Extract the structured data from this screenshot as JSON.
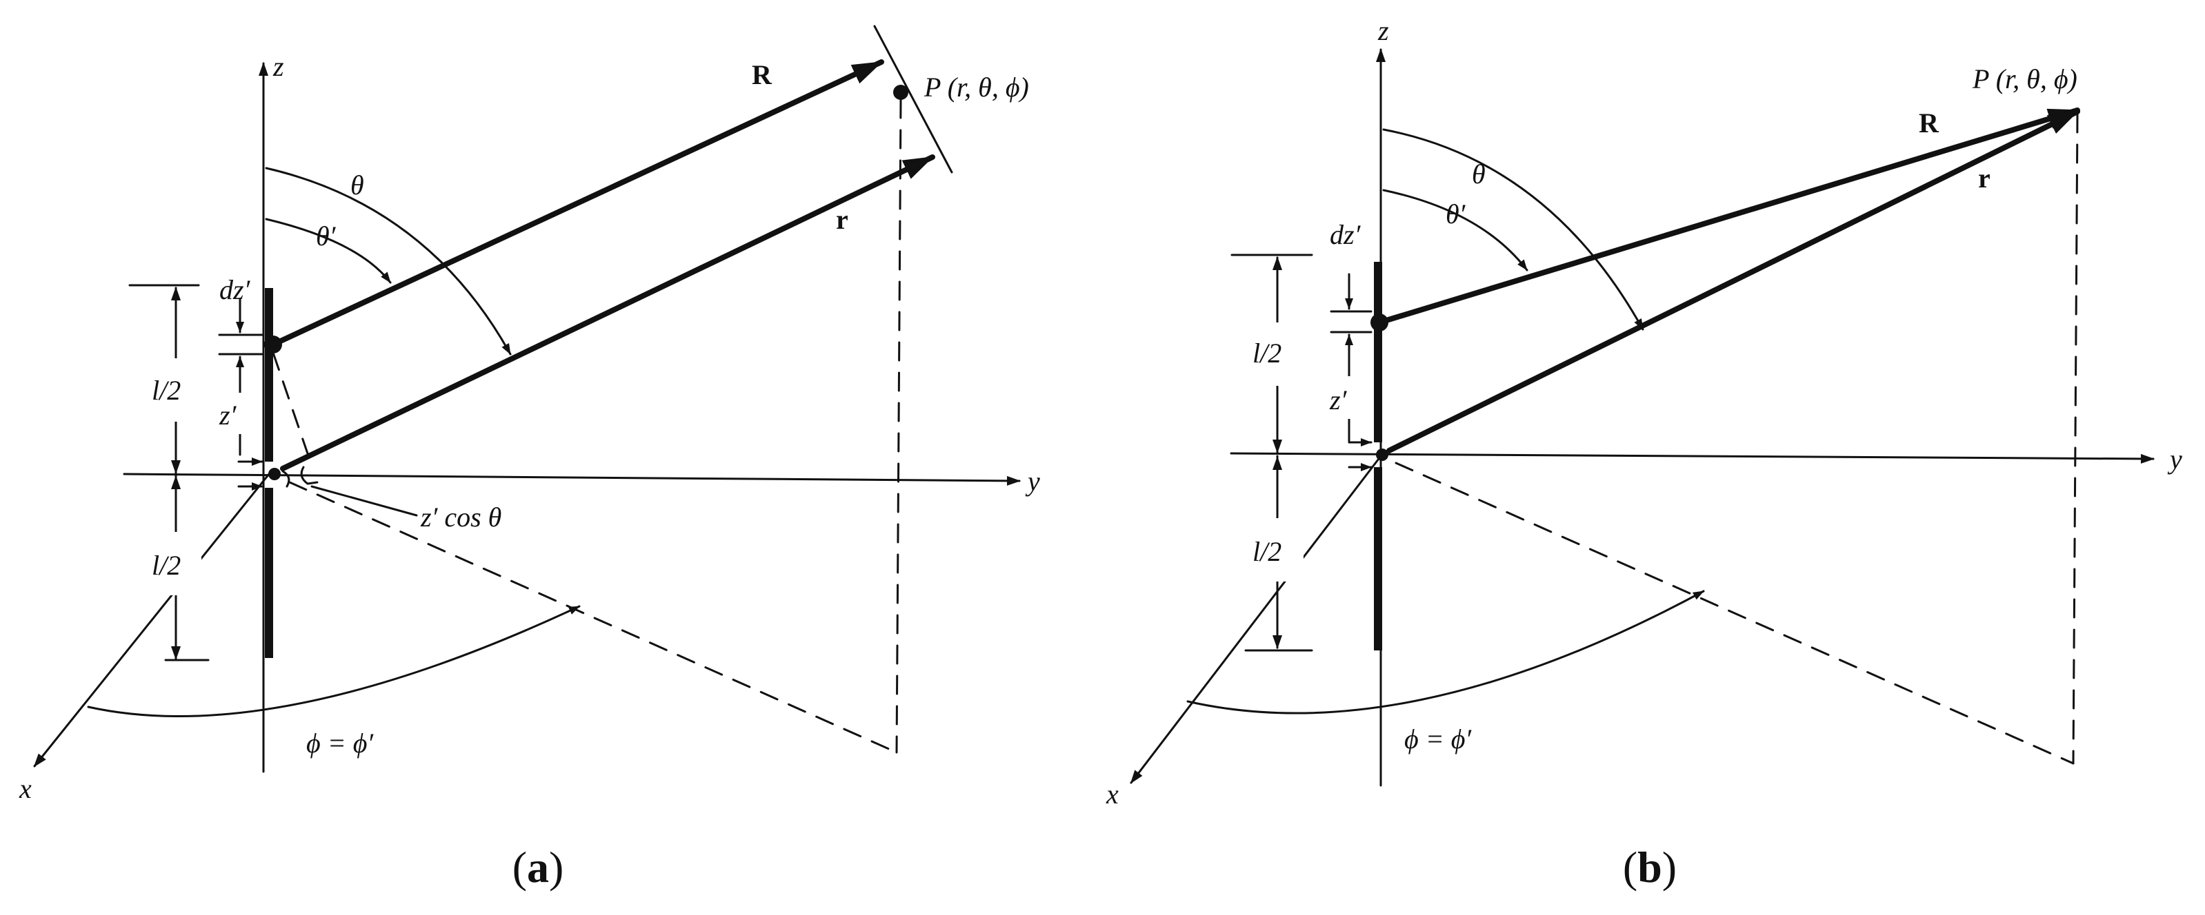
{
  "panel_a": {
    "caption": "a",
    "labels": {
      "z_axis": "z",
      "y_axis": "y",
      "x_axis": "x",
      "point": "P (r, θ, ϕ)",
      "R_vector": "R",
      "r_vector": "r",
      "theta": "θ",
      "theta_prime": "θ′",
      "dz_prime": "dz′",
      "half_length_top": "l/2",
      "half_length_bottom": "l/2",
      "z_prime": "z′",
      "projection": "z′ cos θ",
      "phi": "ϕ = ϕ′"
    }
  },
  "panel_b": {
    "caption": "b",
    "labels": {
      "z_axis": "z",
      "y_axis": "y",
      "x_axis": "x",
      "point": "P (r, θ, ϕ)",
      "R_vector": "R",
      "r_vector": "r",
      "theta": "θ",
      "theta_prime": "θ′",
      "dz_prime": "dz′",
      "half_length_top": "l/2",
      "half_length_bottom": "l/2",
      "z_prime": "z′",
      "phi": "ϕ = ϕ′"
    }
  },
  "style": {
    "ink": "#111111",
    "background": "#ffffff"
  }
}
